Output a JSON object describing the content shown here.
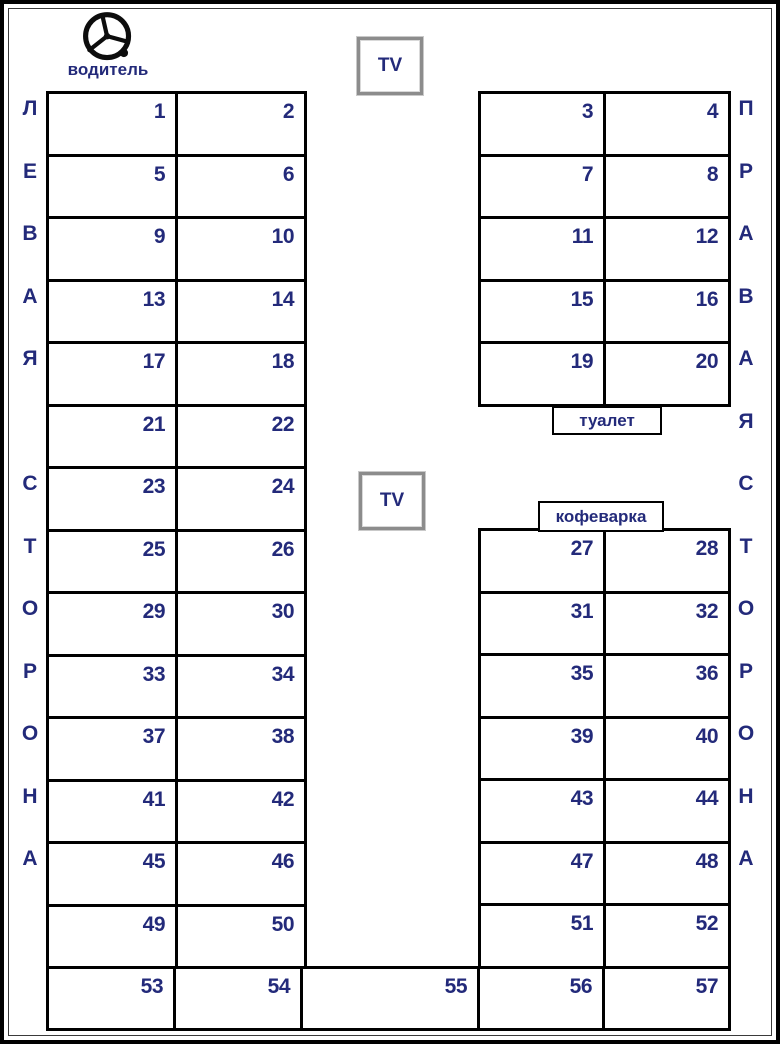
{
  "driver_label": "водитель",
  "tv_label": "TV",
  "toilet_label": "туалет",
  "coffee_label": "кофеварка",
  "side_labels": {
    "left": [
      "Л",
      "Е",
      "В",
      "А",
      "Я",
      "",
      "С",
      "Т",
      "О",
      "Р",
      "О",
      "Н",
      "А",
      ""
    ],
    "right": [
      "П",
      "Р",
      "А",
      "В",
      "А",
      "Я",
      "С",
      "Т",
      "О",
      "Р",
      "О",
      "Н",
      "А",
      ""
    ]
  },
  "seats": {
    "left_rows": [
      [
        1,
        2
      ],
      [
        5,
        6
      ],
      [
        9,
        10
      ],
      [
        13,
        14
      ],
      [
        17,
        18
      ],
      [
        21,
        22
      ],
      [
        23,
        24
      ],
      [
        25,
        26
      ],
      [
        29,
        30
      ],
      [
        33,
        34
      ],
      [
        37,
        38
      ],
      [
        41,
        42
      ],
      [
        45,
        46
      ],
      [
        49,
        50
      ]
    ],
    "right_top_rows": [
      [
        3,
        4
      ],
      [
        7,
        8
      ],
      [
        11,
        12
      ],
      [
        15,
        16
      ],
      [
        19,
        20
      ]
    ],
    "right_bottom_rows": [
      [
        27,
        28
      ],
      [
        31,
        32
      ],
      [
        35,
        36
      ],
      [
        39,
        40
      ],
      [
        43,
        44
      ],
      [
        47,
        48
      ],
      [
        51,
        52
      ]
    ],
    "back_row": [
      53,
      54,
      55,
      56,
      57
    ]
  },
  "colors": {
    "text": "#232a7a",
    "line": "#000000",
    "tv_border": "#8c8c8c"
  }
}
